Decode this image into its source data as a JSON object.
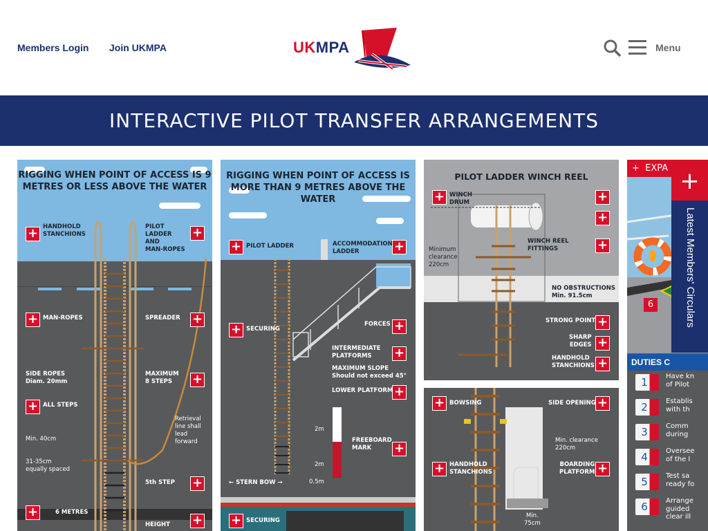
{
  "header": {
    "members_login": "Members Login",
    "join": "Join UKMPA",
    "logo_uk": "UK",
    "logo_mpa": "MPA",
    "menu": "Menu"
  },
  "banner": {
    "title": "INTERACTIVE PILOT TRANSFER ARRANGEMENTS"
  },
  "colors": {
    "navy": "#1c2f6e",
    "red": "#d7102a",
    "sky": "#7fb8e0",
    "hull": "#58595b"
  },
  "panel1": {
    "title": "RIGGING WHEN POINT\nOF ACCESS IS 9 METRES\nOR LESS ABOVE THE WATER",
    "labels": [
      "HANDHOLD\nSTANCHIONS",
      "PILOT\nLADDER\nAND\nMAN-ROPES",
      "MAN-ROPES",
      "SPREADER",
      "SIDE ROPES\nDiam. 20mm",
      "MAXIMUM\n8 STEPS",
      "ALL STEPS",
      "Retrieval\nline shall\nlead\nforward",
      "Min. 40cm",
      "31-35cm\nequally spaced",
      "5th STEP",
      "6 METRES",
      "HEIGHT"
    ]
  },
  "panel2": {
    "title": "RIGGING WHEN POINT OF ACCESS\nIS MORE THAN 9 METRES\nABOVE THE WATER",
    "labels": [
      "PILOT LADDER",
      "ACCOMMODATION\nLADDER",
      "SECURING",
      "FORCES",
      "INTERMEDIATE\nPLATFORMS",
      "MAXIMUM SLOPE\nShould not exceed 45°",
      "LOWER PLATFORM",
      "2m",
      "2m",
      "FREEBOARD\nMARK",
      "0.5m",
      "← STERN   BOW →",
      "SECURING"
    ]
  },
  "panel3": {
    "title": "PILOT LADDER WINCH REEL",
    "labels": [
      "WINCH\nDRUM",
      "WINCH REEL\nFITTINGS",
      "Minimum\nclearance\n220cm",
      "NO OBSTRUCTIONS\nMin. 91.5cm",
      "STRONG POINT",
      "SHARP\nEDGES",
      "HANDHOLD\nSTANCHIONS"
    ]
  },
  "panel4": {
    "labels": [
      "BOWSING",
      "SIDE OPENING",
      "Min. clearance\n220cm",
      "HANDHOLD\nSTANCHIONS",
      "BOARDING\nPLATFORM",
      "Min.\n75cm"
    ]
  },
  "panel5": {
    "expand": "+  EXPA",
    "marker": "6",
    "duties": "DUTIES C",
    "items": [
      {
        "n": "1",
        "t": "Have kn\nof Pilot"
      },
      {
        "n": "2",
        "t": "Establis\nwith th"
      },
      {
        "n": "3",
        "t": "Comm\nduring"
      },
      {
        "n": "4",
        "t": "Oversee\nof the l"
      },
      {
        "n": "5",
        "t": "Test sa\nready fo"
      },
      {
        "n": "6",
        "t": "Arrange\nguided\nclear ill"
      }
    ]
  },
  "side_tab": {
    "plus": "+",
    "label": "Latest Members' Circulars"
  },
  "icons": {
    "search": "search-icon",
    "menu": "hamburger-icon",
    "plus": "plus-icon"
  }
}
